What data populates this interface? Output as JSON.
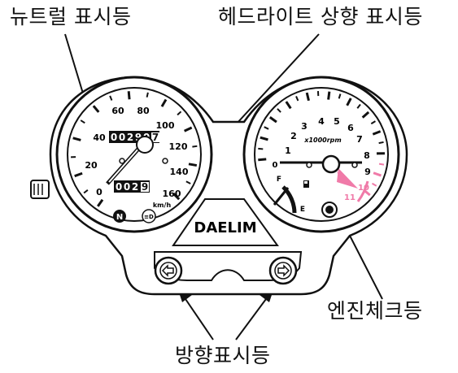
{
  "labels": {
    "neutral": "뉴트럴 표시등",
    "high_beam": "헤드라이트 상향 표시등",
    "tachometer": "엔진체크등",
    "turn_signal": "방향표시등"
  },
  "speedometer": {
    "scale": [
      "20",
      "40",
      "60",
      "80",
      "100",
      "120",
      "140",
      "160"
    ],
    "zero": "0",
    "odometer": [
      "0",
      "0",
      "2",
      "9",
      "0",
      "7"
    ],
    "trip": [
      "0",
      "0",
      "2",
      "9"
    ],
    "unit": "km/h",
    "neutral_symbol": "N",
    "high_beam_symbol": "≡D"
  },
  "tachometer": {
    "scale": [
      "1",
      "2",
      "3",
      "4",
      "5",
      "6",
      "7",
      "8",
      "9"
    ],
    "redline_scale": [
      "10",
      "11"
    ],
    "zero": "0",
    "unit": "x1000rpm",
    "fuel_full": "F",
    "fuel_empty": "E"
  },
  "brand": "DAELIM",
  "colors": {
    "redline": "#f07aa8",
    "ink": "#111111"
  }
}
